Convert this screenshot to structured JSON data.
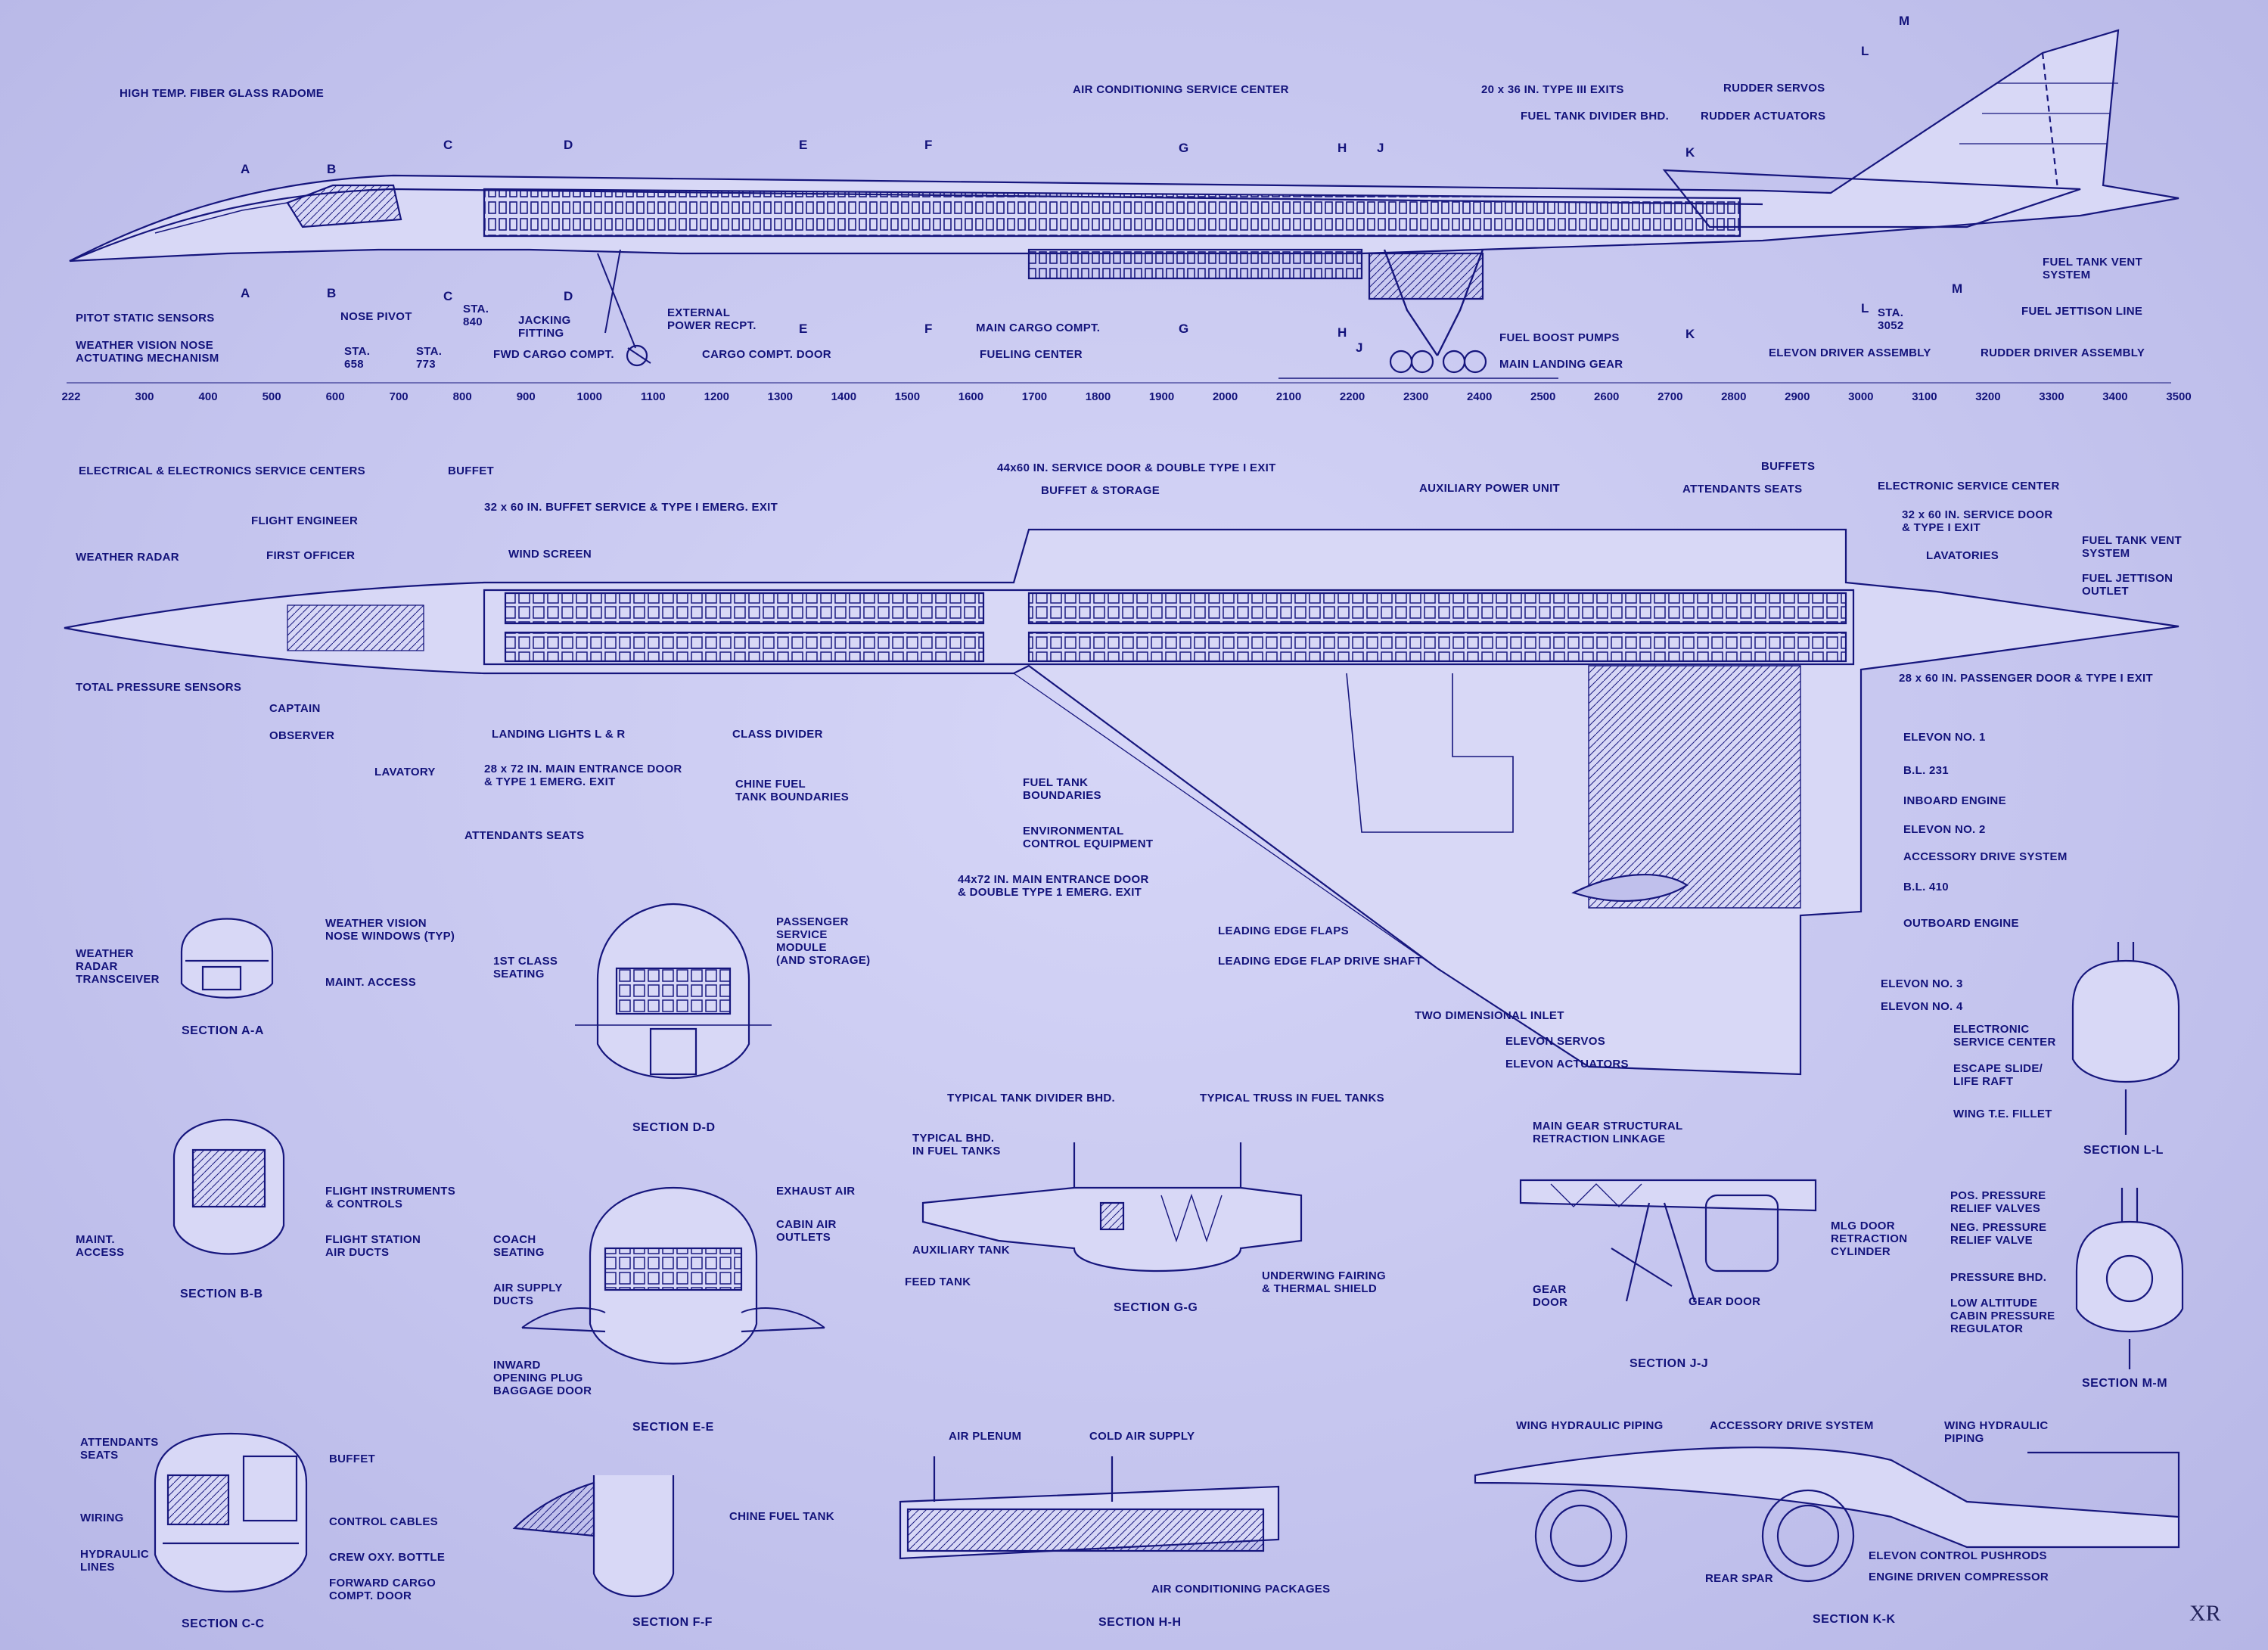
{
  "watermark": "XR",
  "profile": {
    "labels": {
      "radome": "HIGH TEMP. FIBER GLASS RADOME",
      "pitot": "PITOT STATIC SENSORS",
      "nose_mech": "WEATHER VISION NOSE\nACTUATING MECHANISM",
      "nose_pivot": "NOSE PIVOT",
      "sta658": "STA.\n658",
      "sta773": "STA.\n773",
      "sta840": "STA.\n840",
      "jacking": "JACKING\nFITTING",
      "ext_power": "EXTERNAL\nPOWER RECPT.",
      "fwd_cargo": "FWD CARGO COMPT.",
      "cargo_door": "CARGO COMPT. DOOR",
      "main_cargo": "MAIN CARGO COMPT.",
      "fueling": "FUELING CENTER",
      "ac_service": "AIR CONDITIONING SERVICE CENTER",
      "exits": "20 x 36 IN. TYPE III EXITS",
      "fuel_divider": "FUEL TANK DIVIDER BHD.",
      "fuel_boost": "FUEL BOOST PUMPS",
      "main_gear": "MAIN LANDING GEAR",
      "rudder_servos": "RUDDER SERVOS",
      "rudder_act": "RUDDER ACTUATORS",
      "fuel_vent": "FUEL TANK VENT\nSYSTEM",
      "fuel_jett": "FUEL JETTISON LINE",
      "elevon_drv": "ELEVON DRIVER ASSEMBLY",
      "rudder_drv": "RUDDER DRIVER ASSEMBLY",
      "sta3052": "STA.\n3052"
    },
    "section_letters": [
      "A",
      "A",
      "B",
      "B",
      "C",
      "C",
      "D",
      "D",
      "E",
      "E",
      "F",
      "F",
      "G",
      "G",
      "H",
      "H",
      "J",
      "J",
      "K",
      "K",
      "L",
      "L",
      "M",
      "M"
    ],
    "scale": [
      "222",
      "300",
      "400",
      "500",
      "600",
      "700",
      "800",
      "900",
      "1000",
      "1100",
      "1200",
      "1300",
      "1400",
      "1500",
      "1600",
      "1700",
      "1800",
      "1900",
      "2000",
      "2100",
      "2200",
      "2300",
      "2400",
      "2500",
      "2600",
      "2700",
      "2800",
      "2900",
      "3000",
      "3100",
      "3200",
      "3300",
      "3400",
      "3500"
    ]
  },
  "plan": {
    "labels": {
      "elec_centers": "ELECTRICAL & ELECTRONICS SERVICE CENTERS",
      "buffet": "BUFFET",
      "buffet_exit": "32 x 60 IN. BUFFET SERVICE & TYPE I EMERG. EXIT",
      "flight_eng": "FLIGHT ENGINEER",
      "first_officer": "FIRST OFFICER",
      "wind_screen": "WIND SCREEN",
      "weather_radar": "WEATHER RADAR",
      "total_pressure": "TOTAL PRESSURE SENSORS",
      "captain": "CAPTAIN",
      "observer": "OBSERVER",
      "lavatory": "LAVATORY",
      "landing_lights": "LANDING LIGHTS L & R",
      "class_divider": "CLASS DIVIDER",
      "main_door": "28 x 72 IN. MAIN ENTRANCE DOOR\n& TYPE 1 EMERG. EXIT",
      "att_seats": "ATTENDANTS SEATS",
      "chine": "CHINE FUEL\nTANK BOUNDARIES",
      "service_door": "44x60 IN. SERVICE DOOR & DOUBLE TYPE I EXIT",
      "buffet_storage": "BUFFET & STORAGE",
      "apu": "AUXILIARY POWER UNIT",
      "fuel_bound": "FUEL TANK\nBOUNDARIES",
      "env_control": "ENVIRONMENTAL\nCONTROL EQUIPMENT",
      "main_door2": "44x72 IN. MAIN ENTRANCE DOOR\n& DOUBLE TYPE 1 EMERG. EXIT",
      "le_flaps": "LEADING EDGE FLAPS",
      "le_drive": "LEADING EDGE FLAP DRIVE SHAFT",
      "inlet": "TWO DIMENSIONAL INLET",
      "elevon_servos": "ELEVON SERVOS",
      "elevon_act": "ELEVON ACTUATORS",
      "buffets": "BUFFETS",
      "att_seats2": "ATTENDANTS SEATS",
      "elec_center": "ELECTRONIC SERVICE CENTER",
      "service_door2": "32 x 60 IN. SERVICE DOOR\n& TYPE I EXIT",
      "lavatories": "LAVATORIES",
      "fuel_vent": "FUEL TANK VENT\nSYSTEM",
      "fuel_jett": "FUEL JETTISON\nOUTLET",
      "pass_door": "28 x 60 IN. PASSENGER DOOR & TYPE I EXIT",
      "elevon1": "ELEVON NO. 1",
      "bl231": "B.L. 231",
      "inboard": "INBOARD ENGINE",
      "elevon2": "ELEVON NO. 2",
      "accessory": "ACCESSORY DRIVE SYSTEM",
      "bl410": "B.L. 410",
      "outboard": "OUTBOARD ENGINE",
      "elevon3": "ELEVON NO. 3",
      "elevon4": "ELEVON NO. 4"
    }
  },
  "sections": {
    "aa": {
      "title": "SECTION A-A",
      "l1": "WEATHER VISION\nNOSE WINDOWS (TYP)",
      "l2": "MAINT. ACCESS",
      "l3": "WEATHER\nRADAR\nTRANSCEIVER"
    },
    "bb": {
      "title": "SECTION B-B",
      "l1": "FLIGHT INSTRUMENTS\n& CONTROLS",
      "l2": "FLIGHT STATION\nAIR DUCTS",
      "l3": "MAINT.\nACCESS"
    },
    "cc": {
      "title": "SECTION C-C",
      "l1": "ATTENDANTS\nSEATS",
      "l2": "BUFFET",
      "l3": "WIRING",
      "l4": "CONTROL CABLES",
      "l5": "HYDRAULIC\nLINES",
      "l6": "CREW OXY. BOTTLE",
      "l7": "FORWARD CARGO\nCOMPT. DOOR"
    },
    "dd": {
      "title": "SECTION D-D",
      "l1": "1ST CLASS\nSEATING",
      "l2": "PASSENGER\nSERVICE\nMODULE\n(AND STORAGE)"
    },
    "ee": {
      "title": "SECTION E-E",
      "l1": "EXHAUST AIR",
      "l2": "CABIN AIR\nOUTLETS",
      "l3": "COACH\nSEATING",
      "l4": "AIR SUPPLY\nDUCTS",
      "l5": "INWARD\nOPENING PLUG\nBAGGAGE DOOR"
    },
    "ff": {
      "title": "SECTION F-F",
      "l1": "CHINE FUEL TANK"
    },
    "gg": {
      "title": "SECTION G-G",
      "l1": "TYPICAL TANK DIVIDER BHD.",
      "l2": "TYPICAL TRUSS IN FUEL TANKS",
      "l3": "TYPICAL BHD.\nIN FUEL TANKS",
      "l4": "AUXILIARY TANK",
      "l5": "FEED TANK",
      "l6": "UNDERWING FAIRING\n& THERMAL SHIELD"
    },
    "hh": {
      "title": "SECTION H-H",
      "l1": "AIR PLENUM",
      "l2": "COLD AIR SUPPLY",
      "l3": "AIR CONDITIONING PACKAGES"
    },
    "jj": {
      "title": "SECTION J-J",
      "l1": "MAIN GEAR STRUCTURAL\nRETRACTION LINKAGE",
      "l2": "MLG DOOR\nRETRACTION\nCYLINDER",
      "l3": "GEAR\nDOOR",
      "l4": "GEAR DOOR"
    },
    "kk": {
      "title": "SECTION K-K",
      "l1": "WING HYDRAULIC PIPING",
      "l2": "ACCESSORY DRIVE SYSTEM",
      "l3": "WING HYDRAULIC\nPIPING",
      "l4": "REAR SPAR",
      "l5": "ELEVON CONTROL PUSHRODS",
      "l6": "ENGINE DRIVEN COMPRESSOR"
    },
    "ll": {
      "title": "SECTION L-L",
      "l1": "ELECTRONIC\nSERVICE CENTER",
      "l2": "ESCAPE SLIDE/\nLIFE RAFT",
      "l3": "WING T.E. FILLET"
    },
    "mm": {
      "title": "SECTION M-M",
      "l1": "POS. PRESSURE\nRELIEF VALVES",
      "l2": "NEG. PRESSURE\nRELIEF VALVE",
      "l3": "PRESSURE BHD.",
      "l4": "LOW ALTITUDE\nCABIN PRESSURE\nREGULATOR"
    }
  }
}
